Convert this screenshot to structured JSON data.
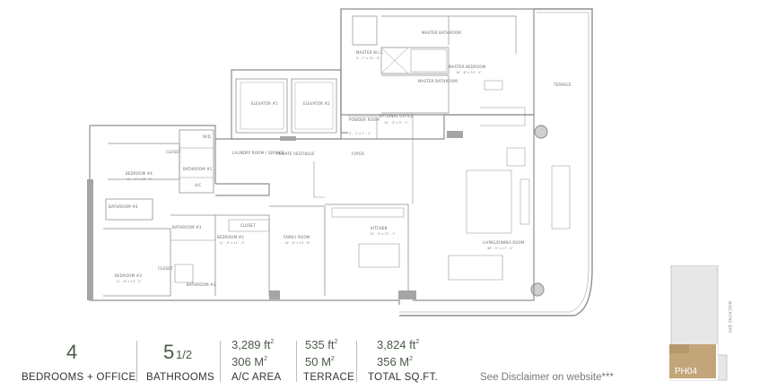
{
  "rooms": {
    "master_wic": "MASTER W.I.C.",
    "master_wic_dim": "9' - 1\" x 15' - 8\"",
    "master_bathroom_top": "MASTER BATHROOM",
    "master_bedroom": "MASTER BEDROOM",
    "master_bedroom_dim": "16' - 8\" x 19' - 5\"",
    "master_bathroom_bottom": "MASTER BATHROOM",
    "elevator_1": "ELEVATOR #1",
    "elevator_2": "ELEVATOR #2",
    "powder_room": "POWDER ROOM",
    "powder_dim": "5' - 1\" x 7' - 1\"",
    "optional_office": "OPTIONAL OFFICE",
    "office_dim": "10' - 0\" x 9' - 7\"",
    "terrace": "TERRACE",
    "closet_1": "CLOSET",
    "wd": "W/D",
    "bedroom_4": "BEDROOM #4",
    "bedroom_4_dim": "12' - 1\" x 18' - 6\"",
    "bathroom_1": "BATHROOM #1",
    "ac": "A/C",
    "laundry": "LAUNDRY ROOM / SERVICE",
    "private_vestibule": "PRIVATE VESTIBULE",
    "foyer": "FOYER",
    "bathroom_4": "BATHROOM #4",
    "bathroom_3": "BATHROOM #3",
    "closet_2": "CLOSET",
    "bedroom_2": "BEDROOM #2",
    "bedroom_2_dim": "11' - 5\" x 11' - 2\"",
    "family_room": "FAMILY ROOM",
    "family_room_dim": "14' - 4\" x 13' - 6\"",
    "kitchen": "KITCHEN",
    "kitchen_dim": "15' - 3\" x 13' - 1\"",
    "living_dining": "LIVING/DINING ROOM",
    "living_dining_dim": "46' - 5\" x 17' - 5\"",
    "bedroom_3": "BEDROOM #3",
    "bedroom_3_dim": "11' - 6\" x 13' - 5\"",
    "closet_3": "CLOSET",
    "bathroom_2": "BATHROOM #2"
  },
  "stats": {
    "bedrooms_num": "4",
    "bedrooms_label": "BEDROOMS + OFFICE",
    "bathrooms_num": "5",
    "bathrooms_frac": "1/2",
    "bathrooms_label": "BATHROOMS",
    "ac_ft": "3,289 ft",
    "ac_m": "306 M",
    "ac_label": "A/C AREA",
    "terrace_ft": "535 ft",
    "terrace_m": "50 M",
    "terrace_label": "TERRACE",
    "total_ft": "3,824 ft",
    "total_m": "356 M",
    "total_label": "TOTAL SQ.FT.",
    "sup": "2"
  },
  "disclaimer": "See Disclaimer on website***",
  "keyplan": {
    "unit": "PH04",
    "bay": "BISCAYNE BAY"
  },
  "colors": {
    "accent": "#4b5a48",
    "keyplan_unit": "#c3a57a",
    "wall": "#8f8f8f"
  }
}
